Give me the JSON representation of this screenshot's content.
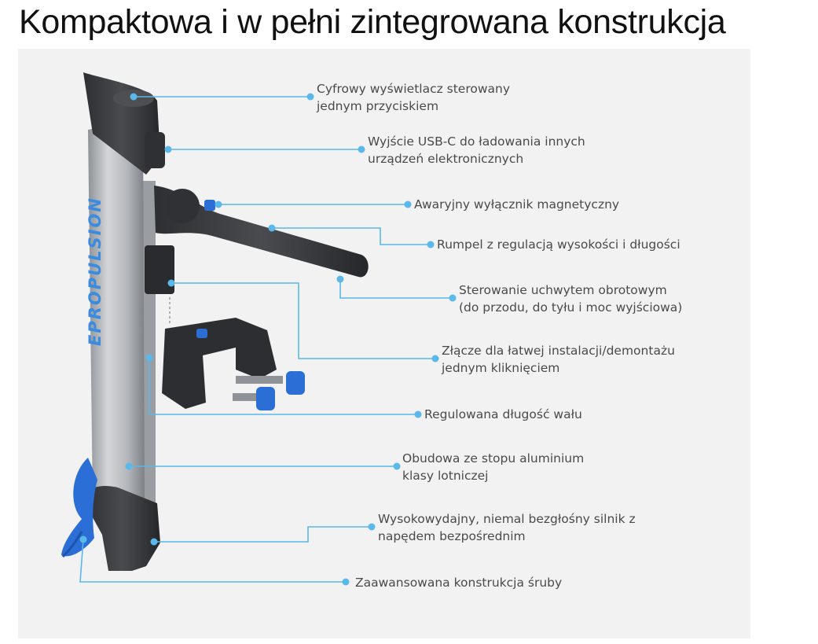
{
  "title": "Kompaktowa i w pełni zintegrowana konstrukcja",
  "brand_logo_text": "EPROPULSION",
  "colors": {
    "accent": "#5bb8ea",
    "panel": "#f2f2f3",
    "text": "#4a4a4a",
    "motor_body": "#b9bcc0",
    "motor_dark": "#3a3b3e",
    "blue_parts": "#2b6fd6"
  },
  "callouts": [
    {
      "lines": [
        "Cyfrowy wyświetlacz sterowany",
        "jednym przyciskiem"
      ]
    },
    {
      "lines": [
        "Wyjście USB-C do ładowania innych",
        "urządzeń elektronicznych"
      ]
    },
    {
      "lines": [
        "Awaryjny wyłącznik magnetyczny"
      ]
    },
    {
      "lines": [
        "Rumpel z regulacją wysokości i długości"
      ]
    },
    {
      "lines": [
        "Sterowanie uchwytem obrotowym",
        "(do przodu, do tyłu i moc wyjściowa)"
      ]
    },
    {
      "lines": [
        "Złącze dla łatwej instalacji/demontażu",
        "jednym kliknięciem"
      ]
    },
    {
      "lines": [
        "Regulowana długość wału"
      ]
    },
    {
      "lines": [
        "Obudowa ze stopu aluminium",
        "klasy lotniczej"
      ]
    },
    {
      "lines": [
        "Wysokowydajny, niemal bezgłośny silnik z",
        "napędem bezpośrednim"
      ]
    },
    {
      "lines": [
        "Zaawansowana konstrukcja śruby"
      ]
    }
  ]
}
